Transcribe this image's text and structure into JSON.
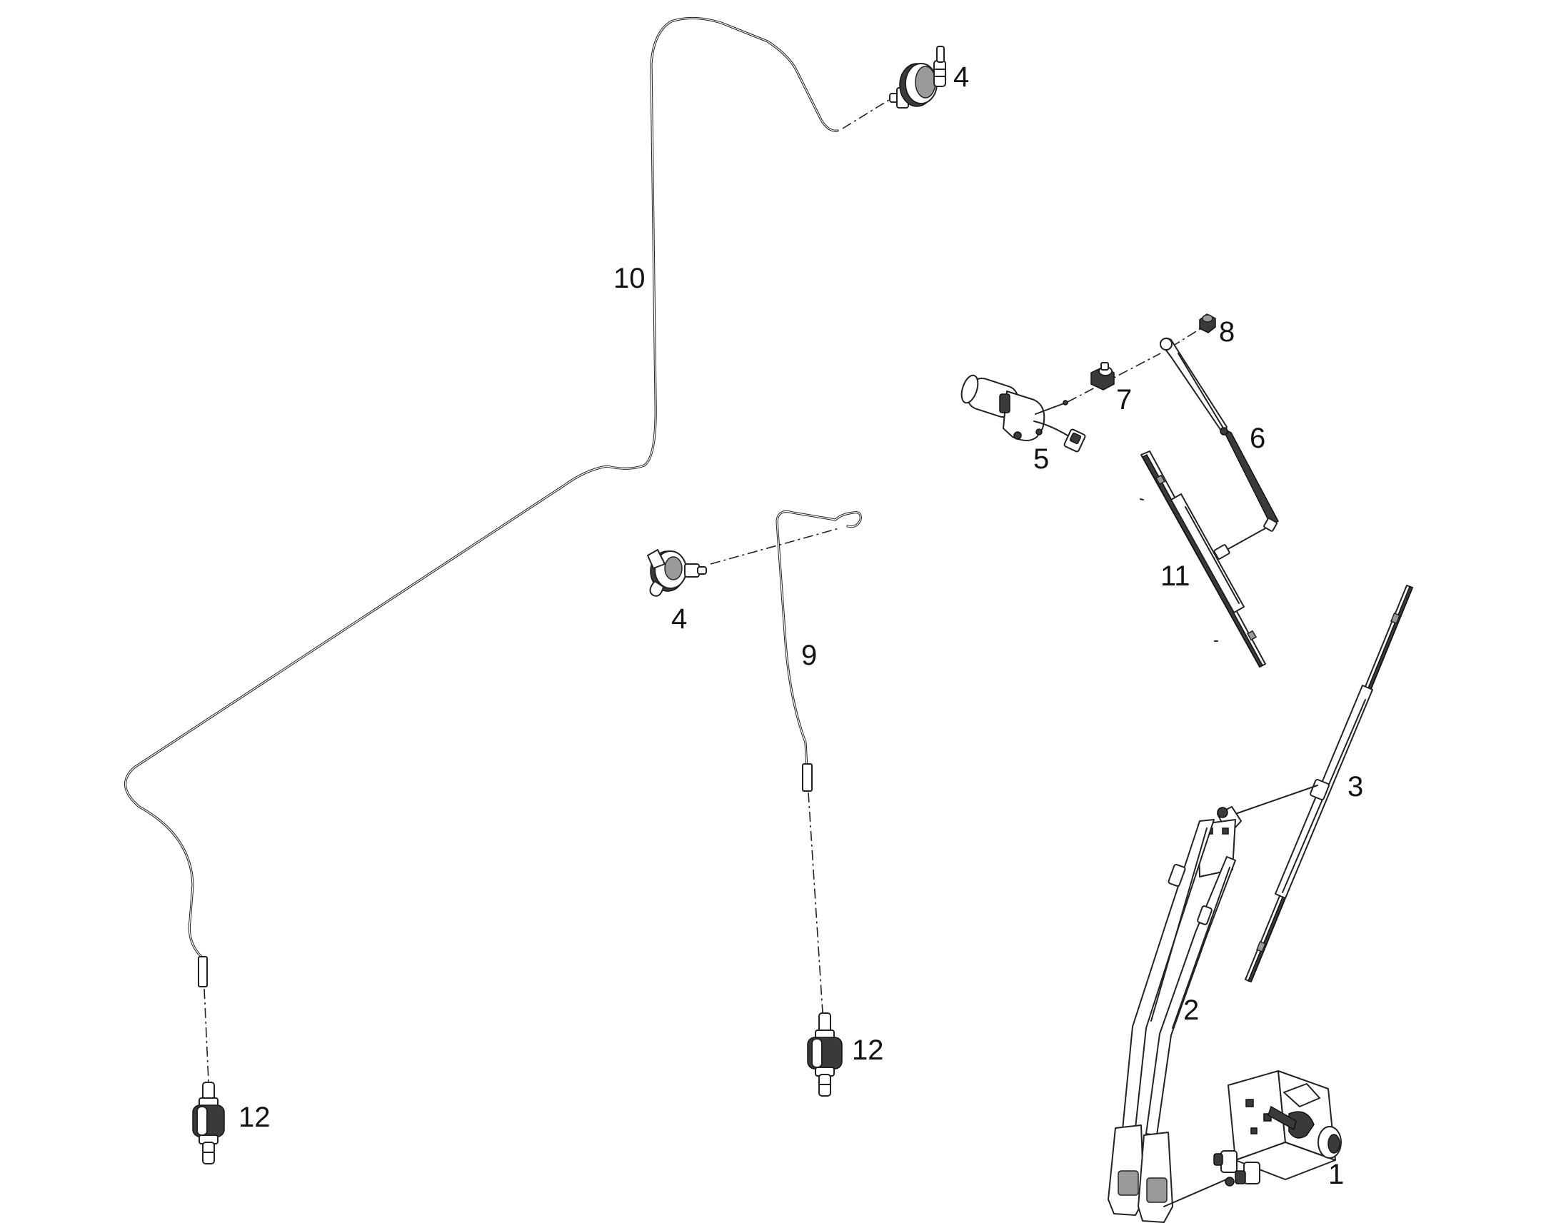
{
  "callouts": {
    "c1": "1",
    "c2": "2",
    "c3": "3",
    "c4_top": "4",
    "c4_mid": "4",
    "c5": "5",
    "c6": "6",
    "c7": "7",
    "c8": "8",
    "c9": "9",
    "c10": "10",
    "c11": "11",
    "c12_left": "12",
    "c12_mid": "12"
  }
}
